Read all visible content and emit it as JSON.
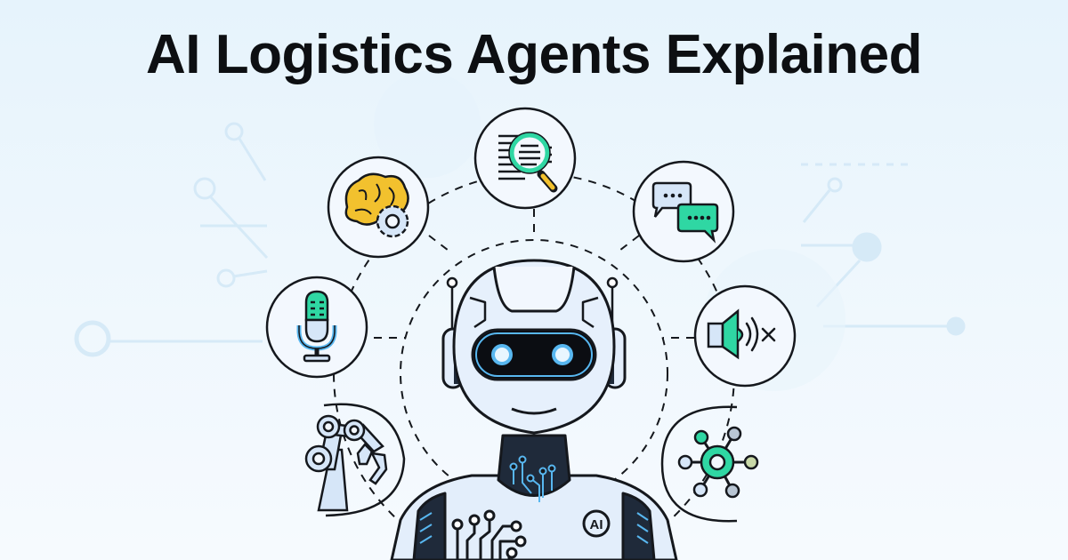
{
  "hero": {
    "title": "AI Logistics Agents Explained",
    "chest_badge": "AI",
    "colors": {
      "title": "#0d0f12",
      "background_top": "#e6f3fc",
      "background_bottom": "#f6fafe",
      "outline": "#15181d",
      "accent_green": "#2fd7a3",
      "accent_blue": "#cfe2f7",
      "accent_yellow": "#f2c12e",
      "visor": "#0b0d12",
      "eye_glow": "#58b7f0"
    },
    "capability_icons": [
      {
        "name": "brain-gear-icon",
        "label": "Reasoning"
      },
      {
        "name": "document-search-icon",
        "label": "Document search"
      },
      {
        "name": "chat-bubbles-icon",
        "label": "Conversation"
      },
      {
        "name": "microphone-icon",
        "label": "Voice input"
      },
      {
        "name": "speaker-mute-icon",
        "label": "Audio output"
      },
      {
        "name": "robotic-arm-icon",
        "label": "Physical action"
      },
      {
        "name": "network-hub-icon",
        "label": "Connected systems"
      }
    ]
  }
}
